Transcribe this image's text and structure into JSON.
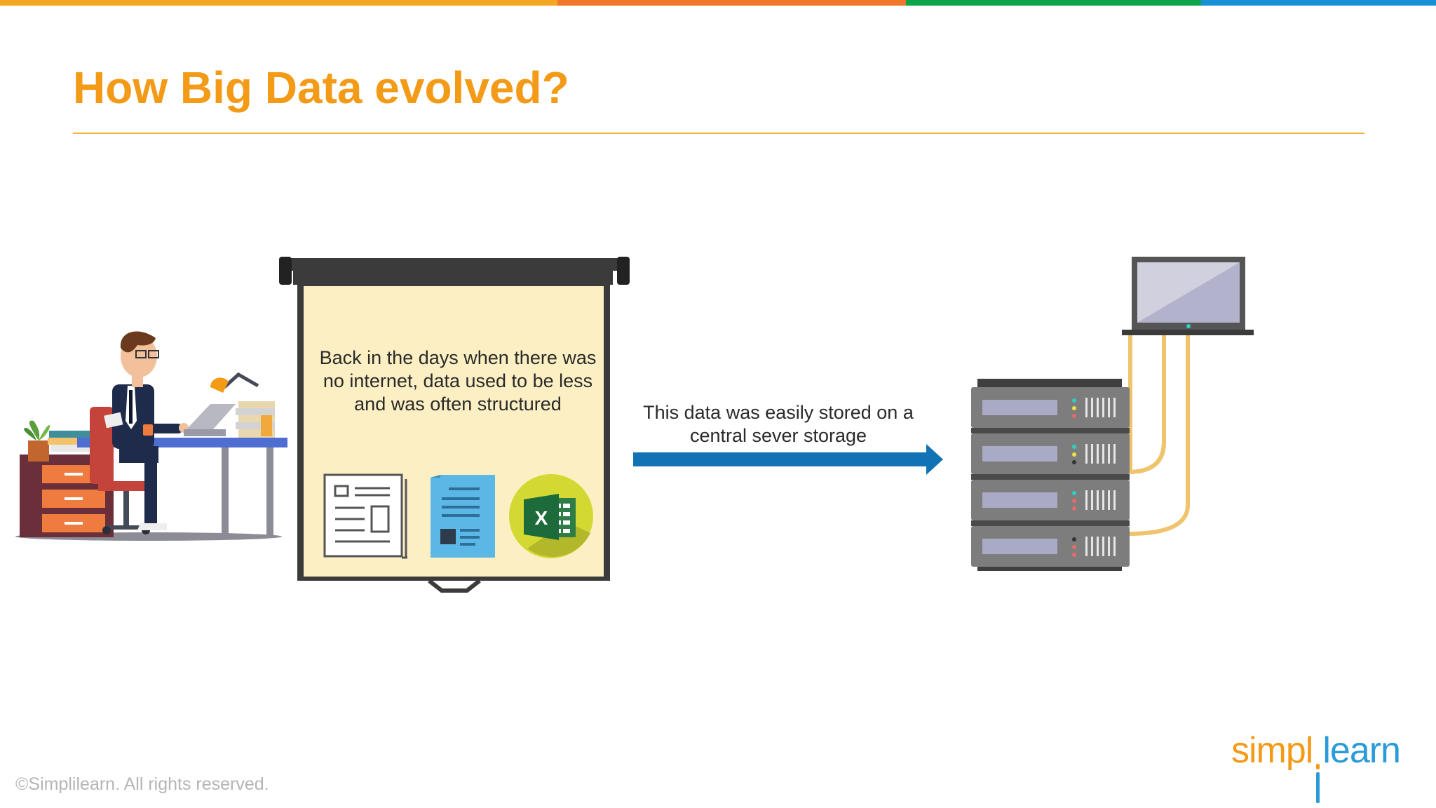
{
  "colors": {
    "bar": [
      "#f5a623",
      "#f0772a",
      "#10a44a",
      "#1890d6"
    ],
    "title": "#f39a16",
    "rule": "#f2b43c",
    "arrow": "#1173b4",
    "logo_left": "#f39a16",
    "logo_right": "#2a9bd8",
    "copyright": "#b5b5b5"
  },
  "slide": {
    "title": "How Big Data evolved?",
    "screen_text": "Back in the days when there was no internet, data used to be less and was often structured",
    "storage_text": "This data was easily stored on a central sever storage"
  },
  "icons": [
    "office-worker-illustration",
    "projector-screen-icon",
    "newspaper-icon",
    "document-icon",
    "excel-icon",
    "arrow-right-icon",
    "server-rack-icon",
    "laptop-icon"
  ],
  "footer": {
    "logo_left": "simpl",
    "logo_right": "learn",
    "copyright": "©Simplilearn. All rights reserved."
  }
}
